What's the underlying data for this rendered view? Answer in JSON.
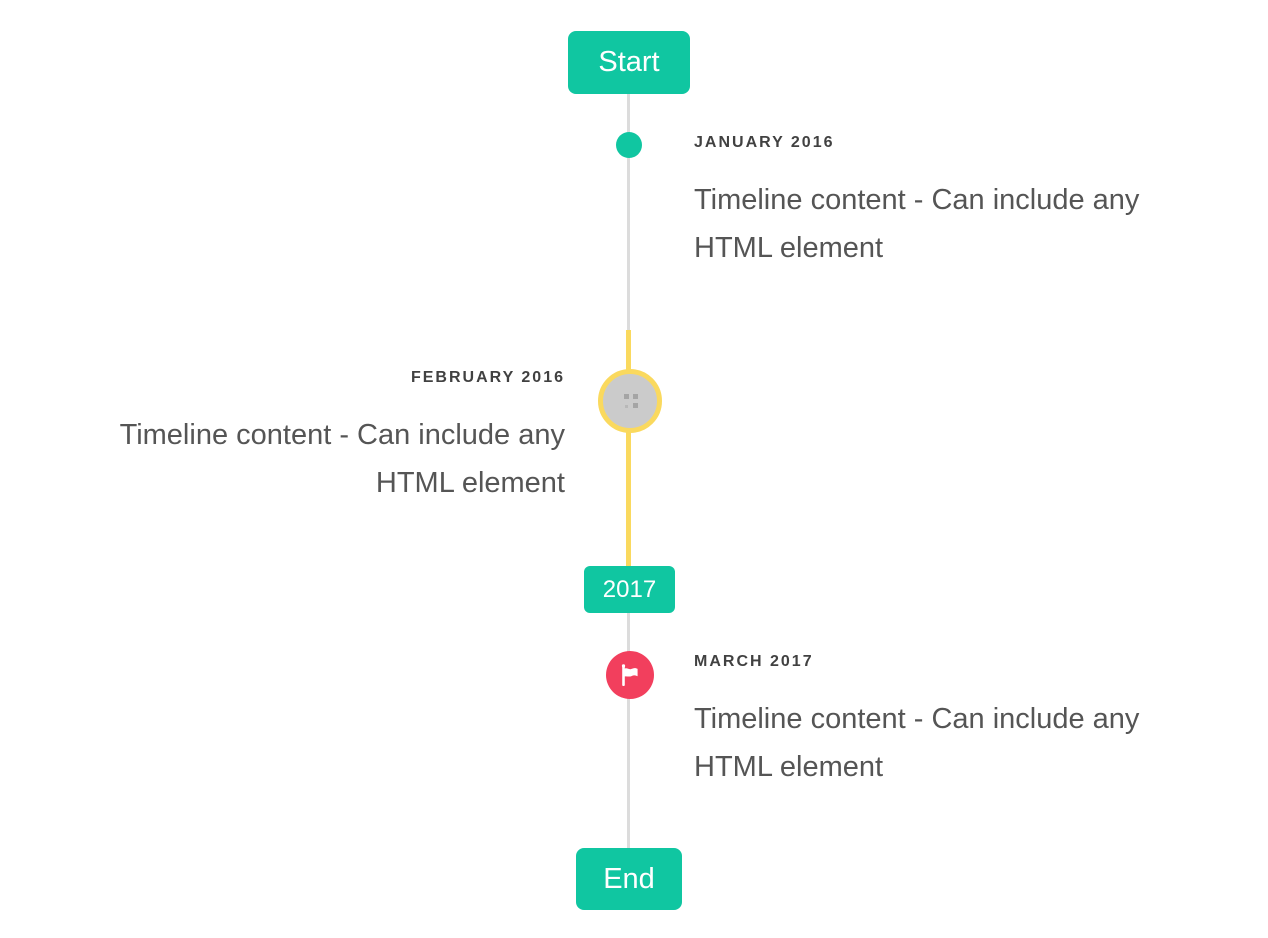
{
  "timeline": {
    "start_label": "Start",
    "end_label": "End",
    "year_badge": "2017",
    "entries": [
      {
        "date": "JANUARY 2016",
        "content": "Timeline content - Can include any HTML element",
        "side": "right",
        "marker": "dot"
      },
      {
        "date": "FEBRUARY 2016",
        "content": "Timeline content - Can include any HTML element",
        "side": "left",
        "marker": "broken-image"
      },
      {
        "date": "MARCH 2017",
        "content": "Timeline content - Can include any HTML element",
        "side": "right",
        "marker": "flag"
      }
    ],
    "colors": {
      "accent": "#10c6a1",
      "highlight": "#fad95e",
      "flag": "#f23f5d",
      "line": "#dcdcdc",
      "image_fill": "#cbcbcb",
      "label_text": "#414141",
      "content_text": "#555555"
    }
  }
}
